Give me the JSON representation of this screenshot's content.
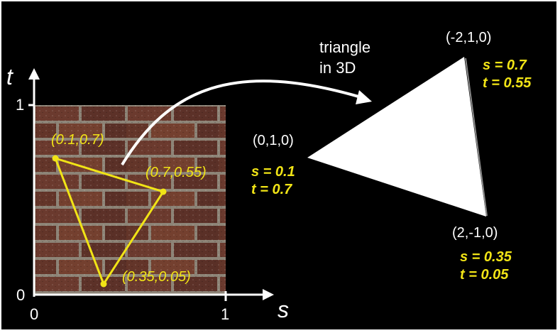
{
  "texture_axes": {
    "t_label": "t",
    "s_label": "s",
    "t_tick_one": "1",
    "s_tick_one": "1",
    "origin_t": "0",
    "origin_s": "0"
  },
  "texture_triangle": {
    "vertices": [
      {
        "label": "(0.1,0.7)",
        "s": 0.1,
        "t": 0.7
      },
      {
        "label": "(0.7,0.55)",
        "s": 0.7,
        "t": 0.55
      },
      {
        "label": "(0.35,0.05)",
        "s": 0.35,
        "t": 0.05
      }
    ]
  },
  "arrow_label": [
    "triangle",
    "in 3D"
  ],
  "triangle_3d": {
    "vertices": [
      {
        "coord": "(0,1,0)",
        "s_text": "s = 0.1",
        "t_text": "t = 0.7"
      },
      {
        "coord": "(-2,1,0)",
        "s_text": "s = 0.7",
        "t_text": "t = 0.55"
      },
      {
        "coord": "(2,-1,0)",
        "s_text": "s = 0.35",
        "t_text": "t = 0.05"
      }
    ]
  },
  "colors": {
    "background": "#000000",
    "highlight": "#f1e416",
    "label": "#ffffff",
    "brick": "#6b3a2e",
    "mortar": "#8d8477"
  }
}
